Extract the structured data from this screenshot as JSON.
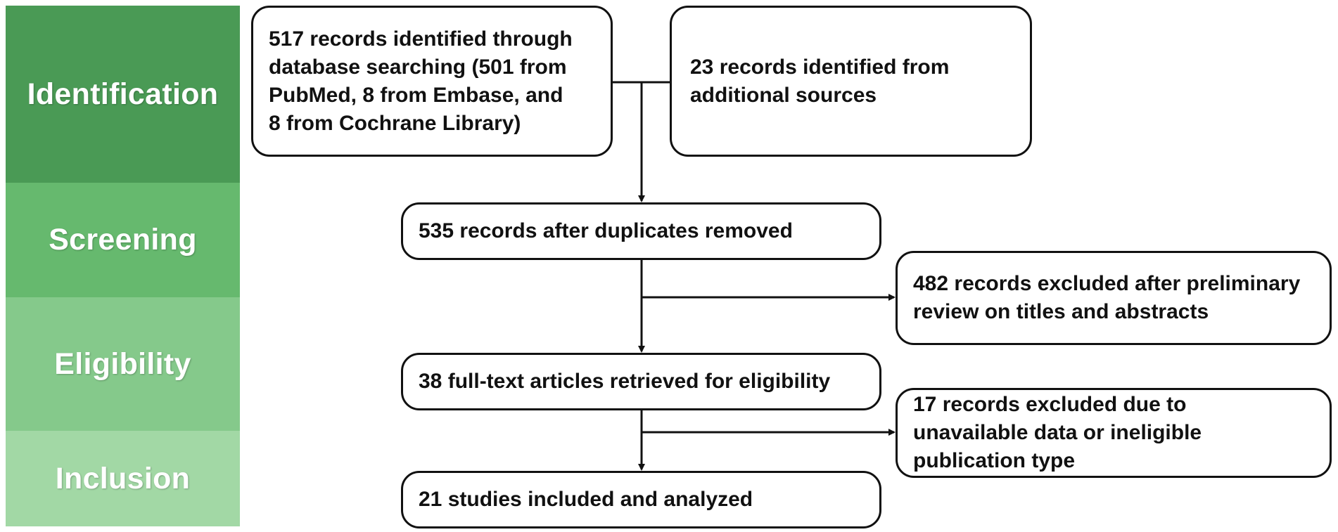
{
  "phases": {
    "identification": "Identification",
    "screening": "Screening",
    "eligibility": "Eligibility",
    "inclusion": "Inclusion"
  },
  "boxes": {
    "database_search": "517 records identified  through\ndatabase searching (501 from\nPubMed, 8 from Embase, and\n8 from Cochrane Library)",
    "additional_sources": "23 records identified from\nadditional sources",
    "after_duplicates": "535 records after duplicates removed",
    "excluded_preliminary": "482 records excluded after preliminary\nreview on titles and abstracts",
    "full_text": "38 full-text articles retrieved for eligibility",
    "excluded_full_text": "17 records excluded due to\nunavailable data  or ineligible\npublication type",
    "included": "21 studies included and analyzed"
  },
  "colors": {
    "identification": "#4a9a55",
    "screening": "#66b96e",
    "eligibility": "#85c98b",
    "inclusion": "#a2d8a5",
    "line": "#111111"
  }
}
